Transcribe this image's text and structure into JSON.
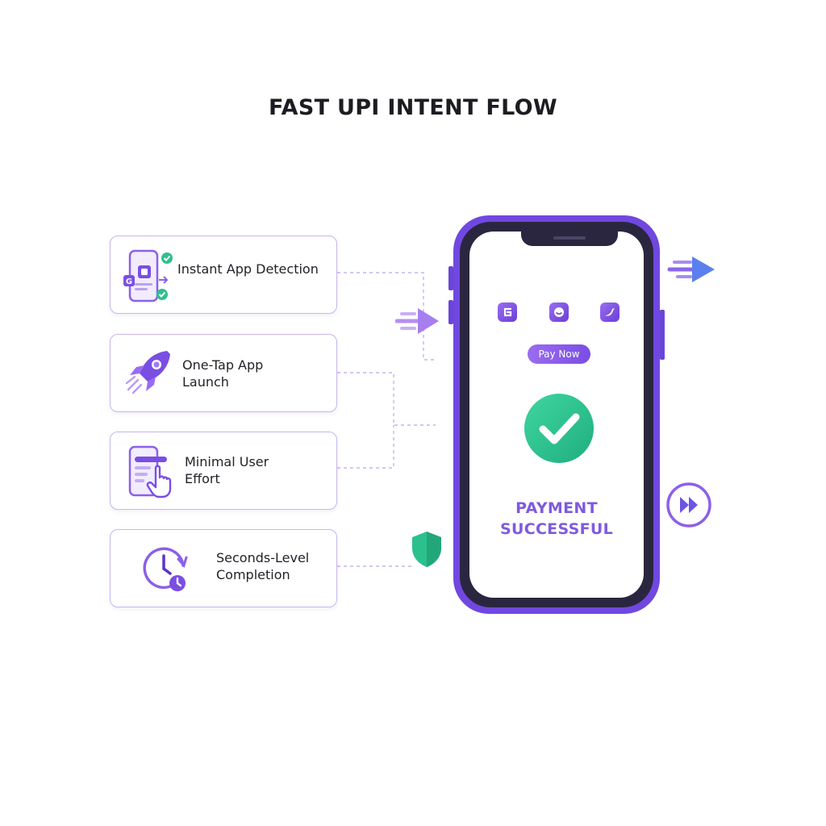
{
  "title": "FAST UPI INTENT FLOW",
  "features": [
    {
      "icon": "phone-app-detection-icon",
      "lines": [
        "Instant App Detection"
      ]
    },
    {
      "icon": "rocket-icon",
      "lines": [
        "One-Tap App",
        "Launch"
      ]
    },
    {
      "icon": "phone-tap-icon",
      "lines": [
        "Minimal User",
        "Effort"
      ]
    },
    {
      "icon": "clock-timer-icon",
      "lines": [
        "Seconds-Level",
        "Completion"
      ]
    }
  ],
  "phone": {
    "apps": [
      "app-icon-g",
      "app-icon-smile",
      "app-icon-bird"
    ],
    "pay_button": "Pay Now",
    "status_line1": "PAYMENT",
    "status_line2": "SUCCESSFUL"
  },
  "colors": {
    "accent": "#7048e0",
    "success": "#2cc08d",
    "card_border": "#c9b6ee"
  }
}
